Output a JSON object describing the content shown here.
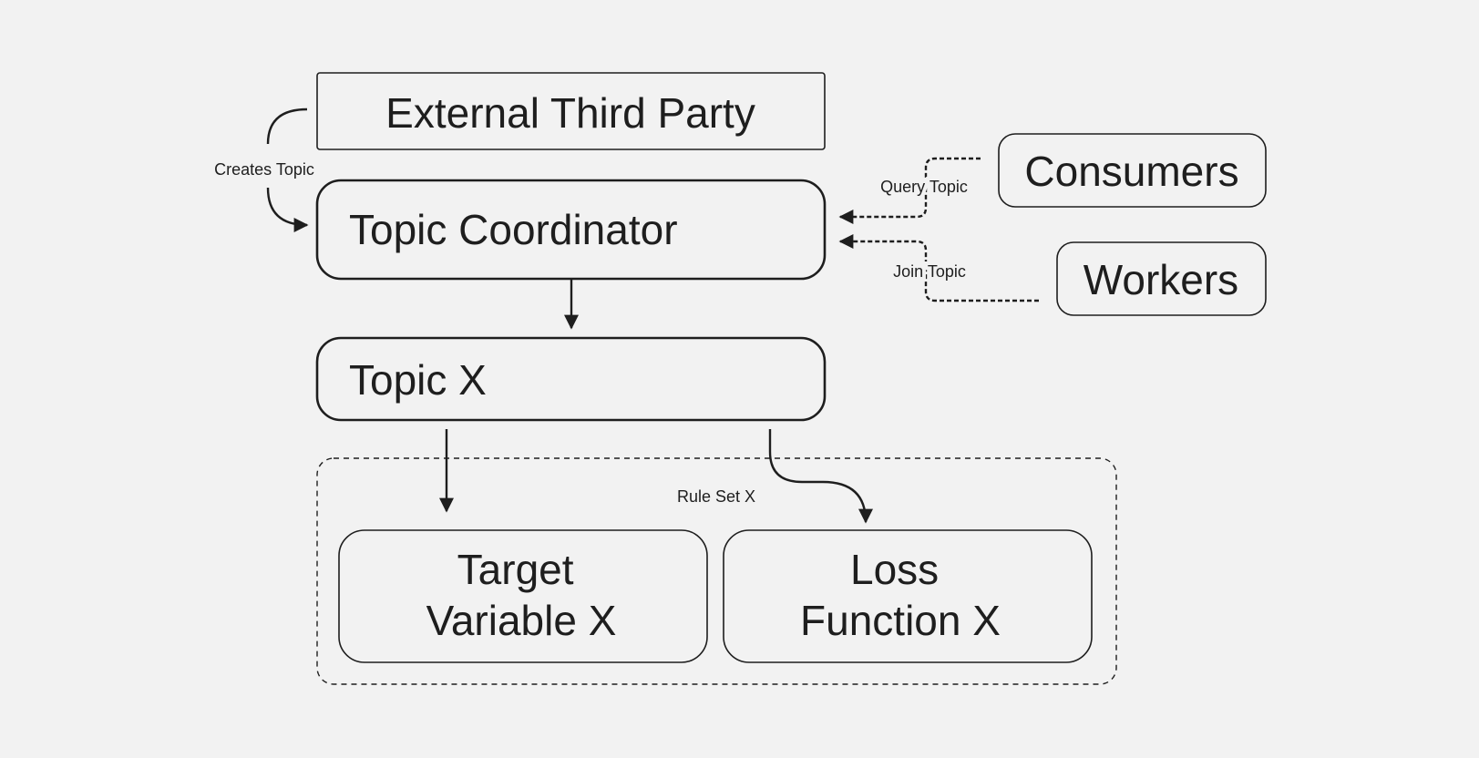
{
  "nodes": {
    "external_third_party": "External Third Party",
    "topic_coordinator": "Topic Coordinator",
    "topic_x": "Topic X",
    "consumers": "Consumers",
    "workers": "Workers",
    "target_variable": [
      "Target",
      "Variable X"
    ],
    "loss_function": [
      "Loss",
      "Function X"
    ]
  },
  "group": {
    "rule_set_label": "Rule Set X"
  },
  "edges": {
    "creates_topic": "Creates Topic",
    "query_topic": "Query Topic",
    "join_topic": "Join Topic"
  },
  "colors": {
    "background": "#f2f2f2",
    "stroke": "#1e1e1e"
  }
}
